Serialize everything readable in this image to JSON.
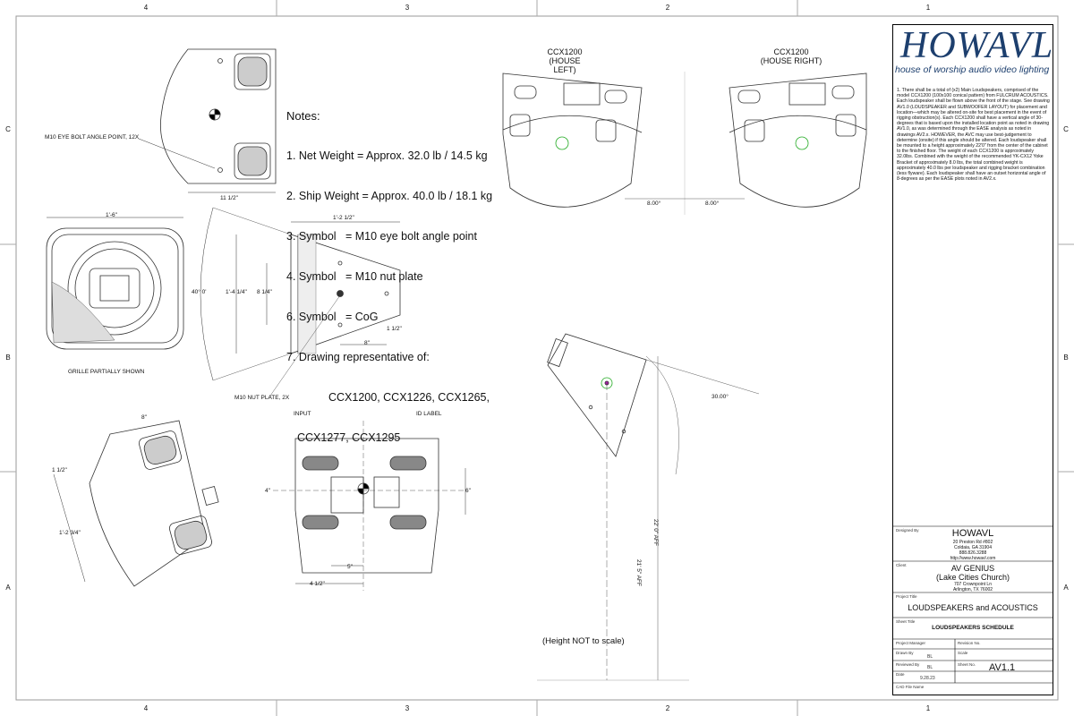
{
  "border": {
    "top_zones": [
      "4",
      "3",
      "2",
      "1"
    ],
    "bottom_zones": [
      "4",
      "3",
      "2",
      "1"
    ],
    "left_zones": [
      "C",
      "B",
      "A"
    ],
    "right_zones": [
      "C",
      "B",
      "A"
    ]
  },
  "notes": {
    "title": "Notes:",
    "items": [
      "1. Net Weight = Approx. 32.0 lb / 14.5 kg",
      "2. Ship Weight = Approx. 40.0 lb / 18.1 kg",
      "3. Symbol   = M10 eye bolt angle point",
      "4. Symbol   = M10 nut plate",
      "6. Symbol   = CoG",
      "7. Drawing representative of:",
      "CCX1200, CCX1226, CCX1265,",
      "CCX1277, CCX1295"
    ]
  },
  "drawing_labels": {
    "eye_bolt": "M10 EYE BOLT ANGLE POINT, 12X",
    "grille": "GRILLE PARTIALLY SHOWN",
    "nut_plate": "M10 NUT PLATE, 2X",
    "input": "INPUT",
    "id_label": "ID LABEL",
    "house_left_model": "CCX1200",
    "house_left_pos": "(HOUSE LEFT)",
    "house_right_model": "CCX1200",
    "house_right_pos": "(HOUSE RIGHT)",
    "height_note": "(Height NOT to scale)",
    "angle_left": "8.00°",
    "angle_right": "8.00°",
    "angle_side": "30.00°",
    "height_1": "22' 0\" AFF",
    "height_2": "21' 5\" AFF"
  },
  "dimensions": {
    "width_front": "1'-6\"",
    "depth_top": "1'-2 1/2\"",
    "angle_40": "40° 0'",
    "height_side": "1'-4 1/4\"",
    "inner_8_1_4": "8 1/4\"",
    "side_1_1_2": "1 1/2\"",
    "side_8": "8\"",
    "top_11_1_2": "11 1/2\"",
    "back_8": "8\"",
    "back_1_1_2": "1 1/2\"",
    "back_1_2_3_4": "1'-2 3/4\"",
    "rear_6": "6\"",
    "rear_5": "5\"",
    "rear_4_1_2": "4 1/2\"",
    "rear_4": "4\""
  },
  "title_block": {
    "logo": "HOWAVL",
    "tagline": "house of worship audio video lighting",
    "spec_text": "1.  There shall be a total of (x2) Main Loudspeakers, comprised of the model CCX1200 (100x100 conical pattern) from FULCRUM ACOUSTICS.  Each loudspeaker shall be flown above the front of the stage. See drawing AV1.0 (LOUDSPEAKER and SUBWOOFER LAYOUT) for placement and location—which may be altered on-site for best placement in the event of rigging obstruction(s).  Each CCX1200 shall have a vertical angle of 30-degrees that is based upon the installed location point as noted in drawing AV1.0, as was determined through the EASE analysis as noted in drawings AV2.x. HOWEVER, the AVC may use best-judgement to determine (onsite) if this angle should be altered.  Each loudspeaker shall be mounted to a height approximately 22'0\" from the center of the cabinet to the finished floor.  The weight of each CCX1200 is approximately 32.0lbs. Combined with the weight of the recommended YK-CX12 Yoke Bracket of approximately 8.0 lbs, the total combined weight is approximately 40.0 lbs per loudspeaker and rigging bracket combination (less flyware). Each loudspeaker shall have an outset horizontal angle of 8-degrees as per the EASE plots noted in AV2.x.",
    "designed_by_label": "Designed By",
    "designer": "HOWAVL",
    "designer_address": [
      "20 Preston Rd #802",
      "Coldaia, GA 31904",
      "888.826.3288",
      "http://www.howavl.com"
    ],
    "client_label": "Client",
    "client_name": "AV GENIUS",
    "client_sub": "(Lake Cities Church)",
    "client_address": [
      "707 Crownpoint Ln",
      "Arlington, TX 76002"
    ],
    "project_title_label": "Project Title",
    "project_title": "LOUDSPEAKERS and ACOUSTICS",
    "sheet_title_label": "Sheet Title",
    "sheet_title": "LOUDSPEAKERS SCHEDULE",
    "project_manager_label": "Project Manager",
    "revision_label": "Revision No.",
    "drawn_by_label": "Drawn By",
    "drawn_by": "BL",
    "scale_label": "Scale",
    "reviewed_by_label": "Reviewed By",
    "reviewed_by": "BL",
    "sheet_no_label": "Sheet No.",
    "sheet_no": "AV1.1",
    "date_label": "Date",
    "date": "9.28.23",
    "cad_label": "CAD File Name"
  }
}
